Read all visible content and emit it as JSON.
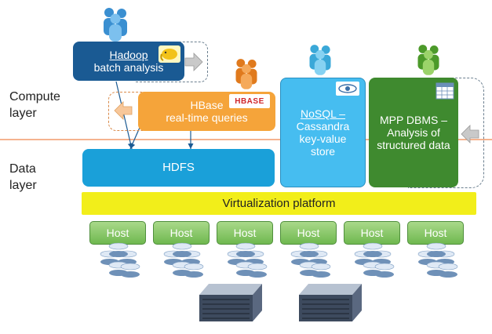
{
  "layers": {
    "compute": [
      "Compute",
      "layer"
    ],
    "data": [
      "Data",
      "layer"
    ]
  },
  "hadoop": {
    "title": "Hadoop",
    "subtitle": "batch analysis"
  },
  "hbase": {
    "title": "HBase",
    "subtitle": "real-time queries",
    "logo_text": "HBASE"
  },
  "nosql": {
    "lines": [
      "NoSQL –",
      "Cassandra",
      "key-value",
      "store"
    ]
  },
  "mpp": {
    "lines": [
      "MPP DBMS –",
      "Analysis of",
      "structured data"
    ]
  },
  "hdfs": {
    "label": "HDFS"
  },
  "virtualization": {
    "label": "Virtualization platform"
  },
  "hosts": [
    "Host",
    "Host",
    "Host",
    "Host",
    "Host",
    "Host"
  ],
  "colors": {
    "hadoop": "#1a5a93",
    "hbase": "#f5a43a",
    "cassandra": "#46bdf0",
    "mpp": "#3f8a2f",
    "hdfs": "#1aa0d9",
    "virtualization": "#f2ee1a",
    "host": "#7cc25b",
    "divider": "#f29a6a"
  },
  "icons": [
    "user-group-icon-blue",
    "user-group-icon-orange",
    "user-group-icon-teal",
    "user-group-icon-green",
    "hadoop-elephant-icon",
    "hbase-logo-icon",
    "cassandra-eye-icon",
    "table-grid-icon",
    "disk-stack-icon",
    "server-icon"
  ]
}
